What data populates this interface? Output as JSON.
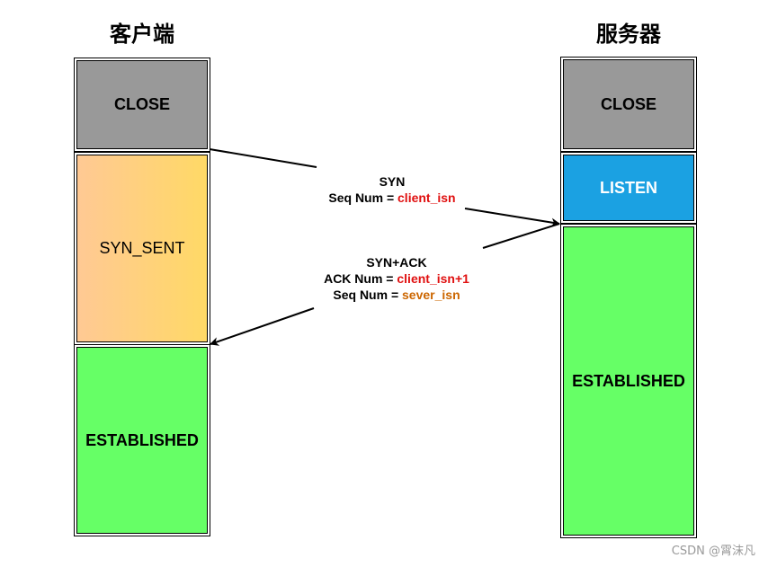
{
  "client": {
    "title": "客户端",
    "states": {
      "close": "CLOSE",
      "syn_sent": "SYN_SENT",
      "established": "ESTABLISHED"
    }
  },
  "server": {
    "title": "服务器",
    "states": {
      "close": "CLOSE",
      "listen": "LISTEN",
      "established": "ESTABLISHED"
    }
  },
  "messages": {
    "syn": {
      "line1": "SYN",
      "seq_label": "Seq Num = ",
      "seq_value": "client_isn"
    },
    "synack": {
      "line1": "SYN+ACK",
      "ack_label": "ACK Num = ",
      "ack_value": "client_isn+1",
      "seq_label": "Seq Num = ",
      "seq_value": "sever_isn"
    }
  },
  "watermark": "CSDN @霄沫凡",
  "colors": {
    "close": "#999999",
    "syn_sent_from": "#ffc994",
    "syn_sent_to": "#ffd966",
    "listen": "#1ba1e2",
    "established": "#66ff66",
    "highlight_red": "#e01010",
    "highlight_orange": "#cc6600"
  }
}
